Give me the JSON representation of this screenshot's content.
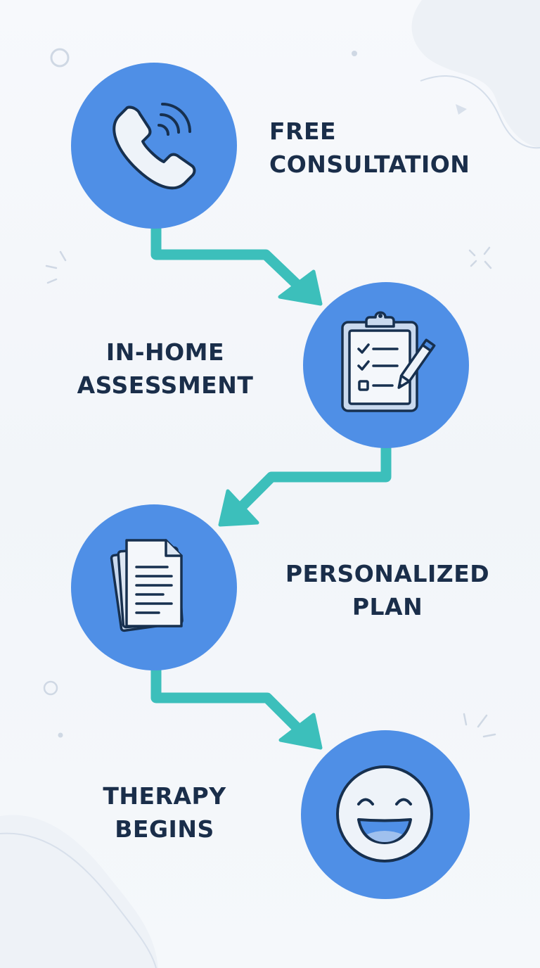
{
  "colors": {
    "circle": "#4f8fe6",
    "arrow": "#3cbfbb",
    "icon_stroke": "#17304f",
    "icon_fill": "#e9eef6",
    "label": "#1a2e4a",
    "decor": "#c9d3e0"
  },
  "steps": [
    {
      "line1": "FREE",
      "line2": "CONSULTATION",
      "icon": "phone-icon"
    },
    {
      "line1": "IN-HOME",
      "line2": "ASSESSMENT",
      "icon": "clipboard-checklist-icon"
    },
    {
      "line1": "PERSONALIZED",
      "line2": "PLAN",
      "icon": "documents-icon"
    },
    {
      "line1": "THERAPY",
      "line2": "BEGINS",
      "icon": "smiley-face-icon"
    }
  ]
}
